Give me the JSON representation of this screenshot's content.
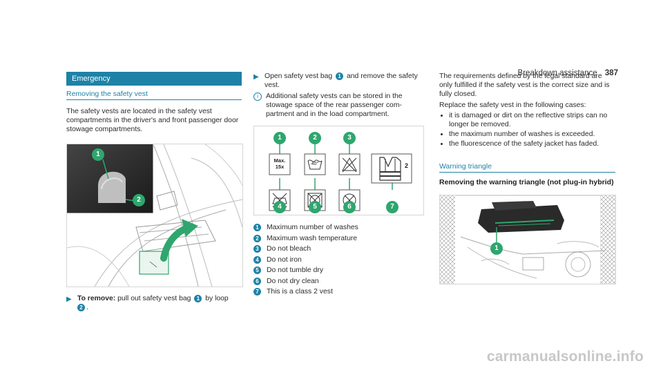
{
  "page": {
    "section": "Breakdown assistance",
    "number": "387"
  },
  "col1": {
    "section_bar": "Emergency",
    "subheading": "Removing the safety vest",
    "intro": "The safety vests are located in the safety vest compartments in the driver's and front passenger door stowage compartments.",
    "callout_1": "1",
    "callout_2": "2",
    "step_label": "To remove:",
    "step_text": "pull out safety vest bag",
    "step_marker1": "1",
    "step_by": "by loop",
    "step_marker2": "2",
    "step_end": "."
  },
  "col2": {
    "step_a": "Open safety vest bag",
    "step_marker": "1",
    "step_b": "and remove the safety vest.",
    "info_text": "Additional safety vests can be stored in the stowage space of the rear passenger com- partment and in the load compartment.",
    "symbol_max_line1": "Max.",
    "symbol_max_line2": "15x",
    "symbol_temp": "40°",
    "symbol_class": "2",
    "callouts": [
      "1",
      "2",
      "3",
      "4",
      "5",
      "6",
      "7"
    ],
    "legend": [
      {
        "marker": "1",
        "text": "Maximum number of washes"
      },
      {
        "marker": "2",
        "text": "Maximum wash temperature"
      },
      {
        "marker": "3",
        "text": "Do not bleach"
      },
      {
        "marker": "4",
        "text": "Do not iron"
      },
      {
        "marker": "5",
        "text": "Do not tumble dry"
      },
      {
        "marker": "6",
        "text": "Do not dry clean"
      },
      {
        "marker": "7",
        "text": "This is a class 2 vest"
      }
    ]
  },
  "col3": {
    "req_text": "The requirements defined by the legal standard are only fulfilled if the safety vest is the correct size and is fully closed.",
    "replace_text": "Replace the safety vest in the following cases:",
    "bullets": [
      "it is damaged or dirt on the reflective strips can no longer be removed.",
      "the maximum number of washes is exceeded.",
      "the fluorescence of the safety jacket has faded."
    ],
    "subheading": "Warning triangle",
    "subheading2": "Removing the warning triangle (not plug-in hybrid)",
    "callout_1": "1"
  },
  "watermark": "carmanualsonline.info",
  "colors": {
    "accent": "#1e82a6",
    "callout_green": "#2fa66e"
  }
}
